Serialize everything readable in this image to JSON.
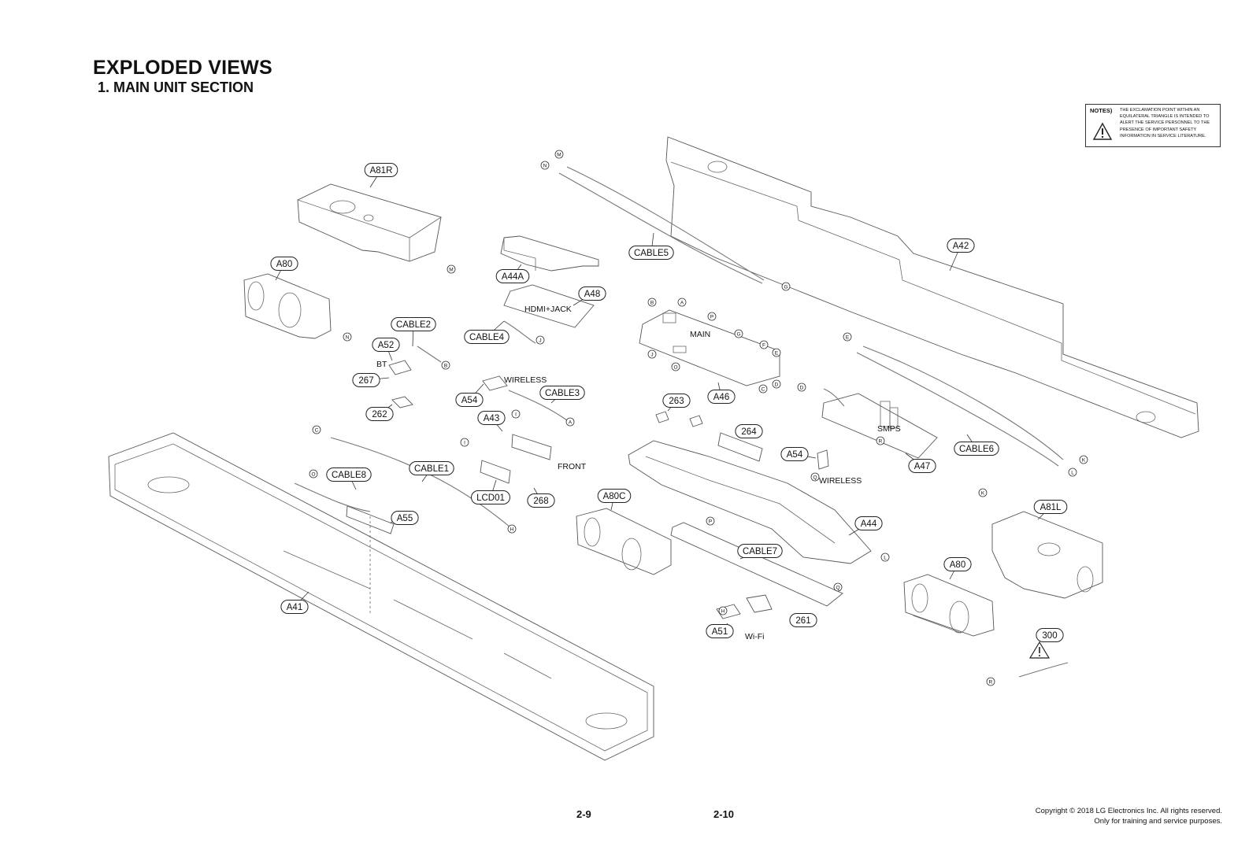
{
  "header": {
    "title": "EXPLODED VIEWS",
    "subtitle": "1. MAIN UNIT SECTION"
  },
  "notes": {
    "label": "NOTES)",
    "text": "THE EXCLAMATION POINT WITHIN AN EQUILATERAL TRIANGLE IS INTENDED TO ALERT THE SERVICE PERSONNEL TO THE PRESENCE OF IMPORTANT SAFETY INFORMATION IN SERVICE LITERATURE."
  },
  "callouts": [
    "A81R",
    "A80",
    "A44A",
    "A48",
    "CABLE5",
    "A42",
    "CABLE2",
    "A52",
    "CABLE4",
    "267",
    "A54",
    "CABLE3",
    "262",
    "A43",
    "263",
    "A46",
    "264",
    "A54",
    "A47",
    "CABLE6",
    "CABLE8",
    "CABLE1",
    "LCD01",
    "268",
    "A55",
    "A80C",
    "A44",
    "CABLE7",
    "A81L",
    "A80",
    "A41",
    "261",
    "A51",
    "300"
  ],
  "connectors": [
    "M",
    "N",
    "M",
    "G",
    "N",
    "B",
    "A",
    "P",
    "G",
    "F",
    "E",
    "J",
    "O",
    "C",
    "D",
    "J",
    "B",
    "A",
    "I",
    "I",
    "E",
    "D",
    "R",
    "Q",
    "K",
    "L",
    "C",
    "O",
    "H",
    "P",
    "Q",
    "K",
    "L",
    "H",
    "R"
  ],
  "part_labels": [
    "HDMI+JACK",
    "MAIN",
    "BT",
    "WIRELESS",
    "FRONT",
    "SMPS",
    "WIRELESS",
    "Wi-Fi"
  ],
  "footer": {
    "page_left": "2-9",
    "page_right": "2-10",
    "copyright_line1": "Copyright © 2018 LG Electronics Inc. All rights reserved.",
    "copyright_line2": "Only for training and service purposes."
  }
}
